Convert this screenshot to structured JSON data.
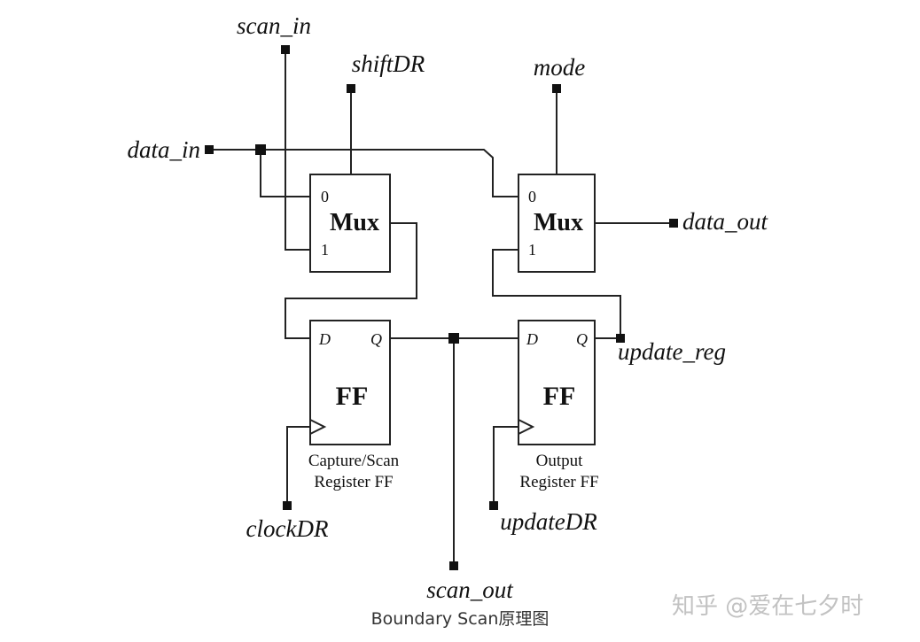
{
  "signals": {
    "scan_in": "scan_in",
    "shiftDR": "shiftDR",
    "mode": "mode",
    "data_in": "data_in",
    "data_out": "data_out",
    "update_reg": "update_reg",
    "clockDR": "clockDR",
    "updateDR": "updateDR",
    "scan_out": "scan_out"
  },
  "mux_left": {
    "title": "Mux",
    "in0": "0",
    "in1": "1"
  },
  "mux_right": {
    "title": "Mux",
    "in0": "0",
    "in1": "1"
  },
  "ff_capture": {
    "title": "FF",
    "d": "D",
    "q": "Q",
    "label_line1": "Capture/Scan",
    "label_line2": "Register FF"
  },
  "ff_output": {
    "title": "FF",
    "d": "D",
    "q": "Q",
    "label_line1": "Output",
    "label_line2": "Register FF"
  },
  "caption": "Boundary Scan原理图",
  "watermark": "知乎 @爱在七夕时"
}
